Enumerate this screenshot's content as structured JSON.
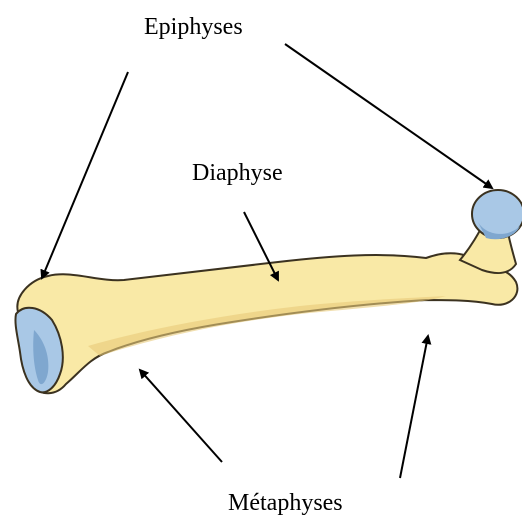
{
  "labels": {
    "epiphyses": "Epiphyses",
    "diaphyse": "Diaphyse",
    "metaphyses": "Métaphyses"
  },
  "colors": {
    "bone_fill": "#f9e9a6",
    "bone_shadow": "#e7c97a",
    "bone_outline": "#3b3220",
    "cartilage_fill": "#a9c8e6",
    "cartilage_shadow": "#7fa7cf",
    "arrow": "#000000"
  },
  "icons": {
    "bone": "femur-illustration",
    "pointer": "arrow"
  }
}
